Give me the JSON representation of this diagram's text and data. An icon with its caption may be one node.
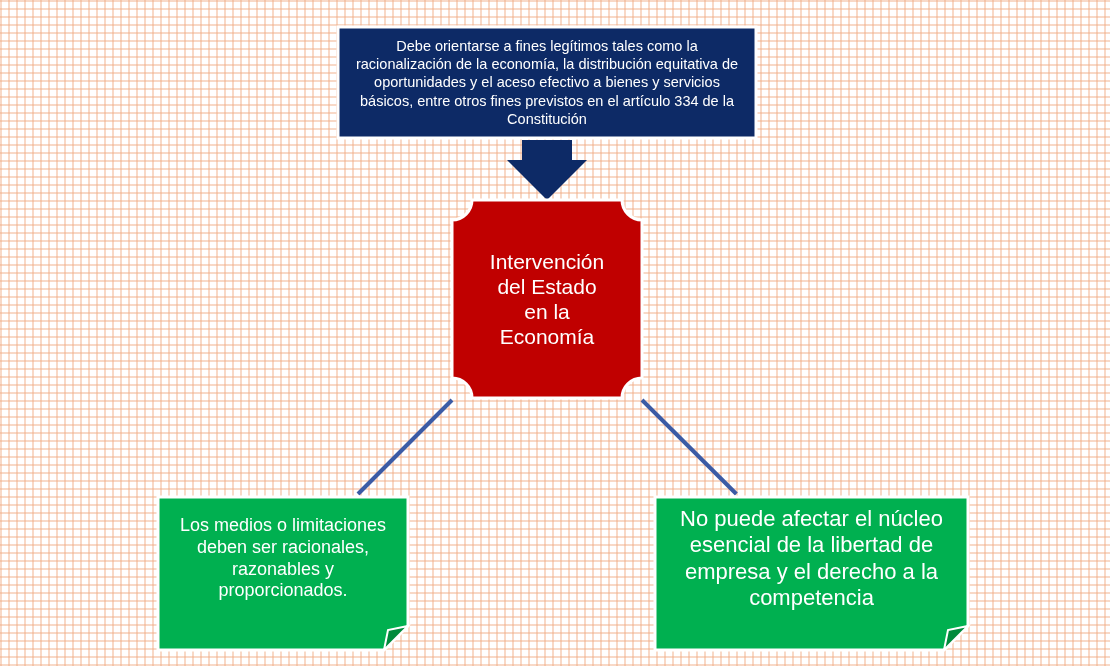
{
  "diagram": {
    "nodes": [
      {
        "text": [
          "Debe orientarse a fines legítimos tales como la racionalización de la economía, la distribución equitativa de oportunidades y el aceso efectivo a bienes y servicios básicos, entre otros fines previstos en el artículo 334 de la Constitución"
        ]
      },
      {
        "text": [
          "Intervención del Estado en la Economía"
        ]
      },
      {
        "text": [
          "Los medios o limitaciones deben ser racionales, razonables y proporcionados."
        ]
      },
      {
        "text": [
          "No puede afectar el núcleo esencial de la libertad de empresa y el derecho a la competencia"
        ]
      }
    ],
    "edges": [
      {
        "from": 0,
        "to": 1,
        "arrow": "to",
        "style": "thick",
        "color": "#0d2a66"
      },
      {
        "from": 1,
        "to": 2,
        "arrow": "none"
      },
      {
        "from": 1,
        "to": 3,
        "arrow": "none"
      }
    ]
  }
}
